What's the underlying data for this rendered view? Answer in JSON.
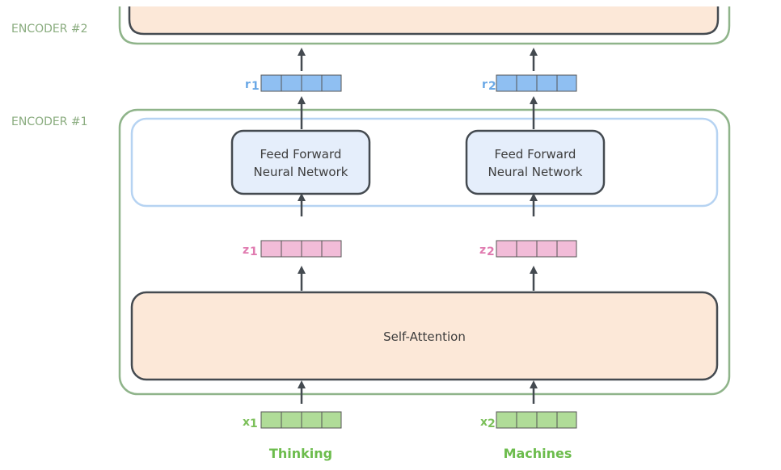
{
  "encoders": {
    "encoder2_label": "ENCODER #2",
    "encoder1_label": "ENCODER #1"
  },
  "boxes": {
    "ffn_label_line1": "Feed Forward",
    "ffn_label_line2": "Neural Network",
    "self_attention_label": "Self-Attention"
  },
  "vectors": {
    "r1": "r",
    "r1_sub": "1",
    "r2": "r",
    "r2_sub": "2",
    "z1": "z",
    "z1_sub": "1",
    "z2": "z",
    "z2_sub": "2",
    "x1": "x",
    "x1_sub": "1",
    "x2": "x",
    "x2_sub": "2"
  },
  "words": [
    "Thinking",
    "Machines"
  ],
  "colors": {
    "encoder_border": "#8fb48a",
    "ffn_outer_border": "#b6d3f2",
    "ffn_fill": "#e5eefb",
    "box_border": "#444a50",
    "self_attention_fill": "#fce8d8",
    "r_cell": "#8fbff2",
    "z_cell": "#f2bcd8",
    "x_cell": "#b0dc98",
    "r_label": "#6aa8e6",
    "z_label": "#e07bb0",
    "x_label": "#7cc05a"
  }
}
